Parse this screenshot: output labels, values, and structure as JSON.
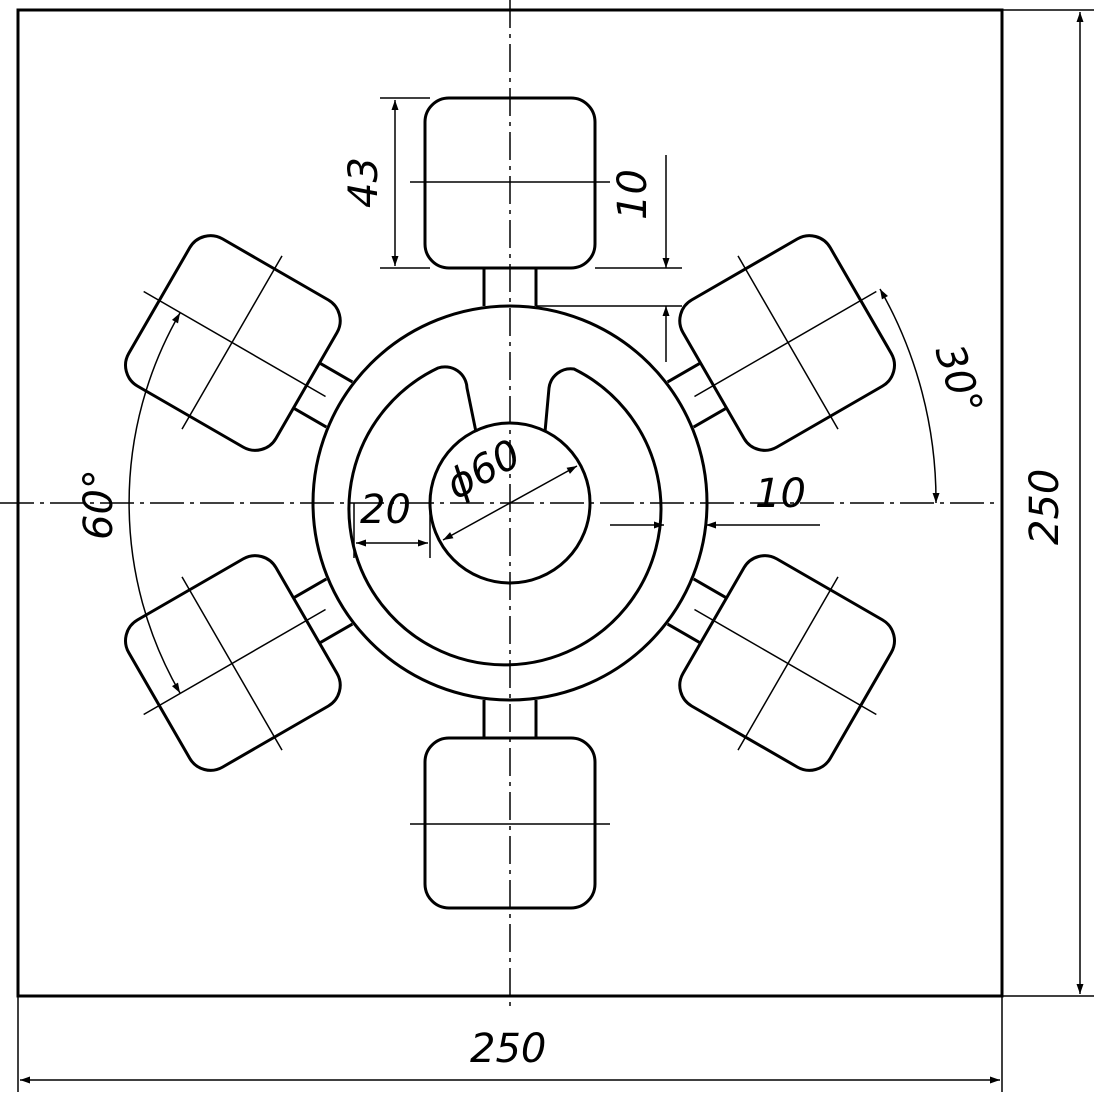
{
  "dimensions": {
    "plate_width": "250",
    "plate_height": "250",
    "block_height": "43",
    "block_gap": "10",
    "slot_width": "20",
    "ring_wall": "10",
    "bore_diameter": "ϕ60",
    "block_pitch_angle": "60°",
    "block_offset_angle": "30°"
  },
  "colors": {
    "line": "#000000",
    "background": "#ffffff"
  }
}
